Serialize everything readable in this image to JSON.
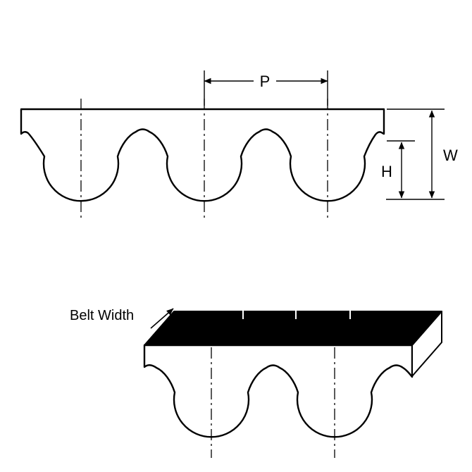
{
  "canvas": {
    "background": "#ffffff",
    "stroke_color": "#000000"
  },
  "top_view": {
    "pitch_label": "P",
    "width_label": "W",
    "height_label": "H"
  },
  "bottom_view": {
    "belt_width_label": "Belt Width",
    "top_face_color": "#000000",
    "belt_fill_color": "#ffffff"
  }
}
